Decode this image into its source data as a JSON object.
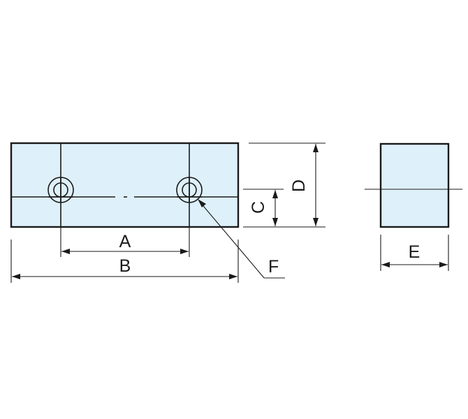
{
  "diagram": {
    "labels": {
      "a": "A",
      "b": "B",
      "c": "C",
      "d": "D",
      "e": "E",
      "f": "F"
    },
    "colors": {
      "fill": "#def0fa",
      "stroke": "#1a1a1a",
      "background": "#ffffff"
    }
  }
}
